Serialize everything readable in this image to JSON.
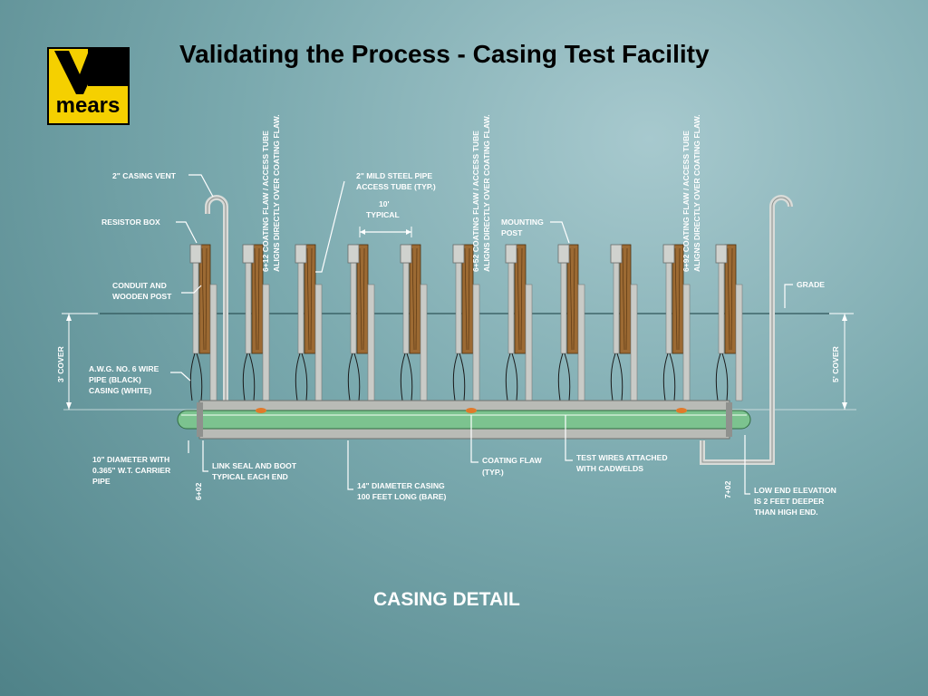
{
  "title": "Validating the Process - Casing Test Facility",
  "logo": {
    "text": "mears",
    "colors": {
      "yellow": "#f5d000",
      "black": "#000000"
    }
  },
  "diagram": {
    "caption": "CASING DETAIL",
    "labels": {
      "casing_vent": "2\" CASING VENT",
      "resistor_box": "RESISTOR BOX",
      "conduit_post_1": "CONDUIT AND",
      "conduit_post_2": "WOODEN POST",
      "awg_1": "A.W.G. NO. 6 WIRE",
      "awg_2": "PIPE (BLACK)",
      "awg_3": "CASING (WHITE)",
      "carrier_1": "10\" DIAMETER WITH",
      "carrier_2": "0.365\" W.T. CARRIER",
      "carrier_3": "PIPE",
      "link_seal_1": "LINK SEAL AND BOOT",
      "link_seal_2": "TYPICAL EACH END",
      "casing_14_1": "14\" DIAMETER CASING",
      "casing_14_2": "100 FEET LONG (BARE)",
      "coating_flaw_1": "COATING FLAW",
      "coating_flaw_2": "(TYP.)",
      "test_wires_1": "TEST WIRES ATTACHED",
      "test_wires_2": "WITH  CADWELDS",
      "low_end_1": "LOW END ELEVATION",
      "low_end_2": "IS 2 FEET DEEPER",
      "low_end_3": "THAN HIGH END.",
      "mild_steel_1": "2\" MILD STEEL PIPE",
      "mild_steel_2": "ACCESS TUBE (TYP.)",
      "spacing_1": "10'",
      "spacing_2": "TYPICAL",
      "mounting_post_1": "MOUNTING",
      "mounting_post_2": "POST",
      "grade": "GRADE",
      "cover_left": "3' COVER",
      "cover_right": "5' COVER",
      "station_left": "6+02",
      "station_right": "7+02",
      "flaw_612_1": "6+12 COATING FLAW / ACCESS TUBE",
      "flaw_612_2": "ALIGNS DIRECTLY OVER COATING FLAW.",
      "flaw_652_1": "6+52 COATING FLAW / ACCESS TUBE",
      "flaw_652_2": "ALIGNS DIRECTLY OVER COATING FLAW.",
      "flaw_692_1": "6+92 COATING FLAW / ACCESS TUBE",
      "flaw_692_2": "ALIGNS DIRECTLY OVER COATING FLAW."
    },
    "colors": {
      "casing": "#b9bbb6",
      "carrier_pipe": "#7cc38f",
      "wood": "#9c6a33",
      "conduit": "#c9cbc7",
      "coating_flaw": "#e07a2a",
      "lines": "#e6eeee"
    }
  }
}
